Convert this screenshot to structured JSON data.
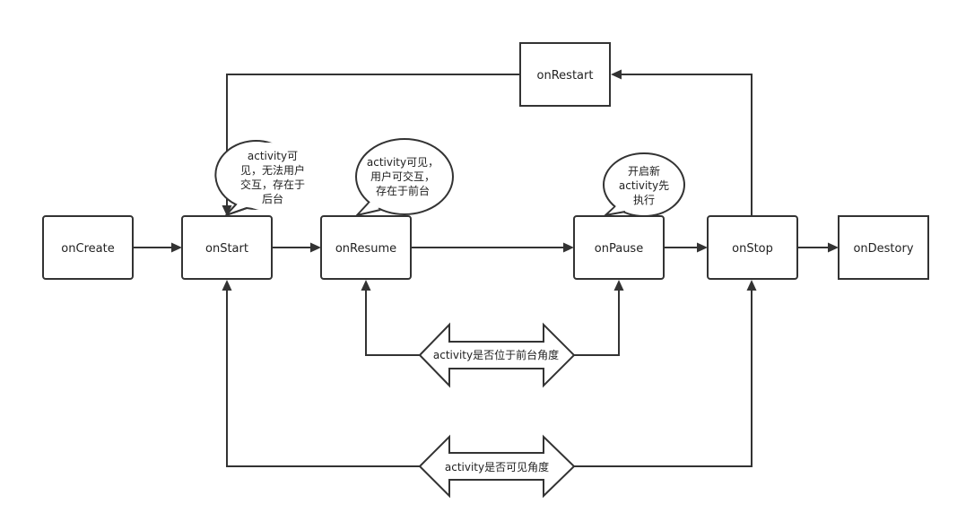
{
  "nodes": {
    "on_create": "onCreate",
    "on_start": "onStart",
    "on_resume": "onResume",
    "on_pause": "onPause",
    "on_stop": "onStop",
    "on_destroy": "onDestory",
    "on_restart": "onRestart"
  },
  "callouts": {
    "start_note": [
      "activity可",
      "见，无法用户",
      "交互，存在于",
      "后台"
    ],
    "resume_note": [
      "activity可见，",
      "用户可交互，",
      "存在于前台"
    ],
    "pause_note": [
      "开启新",
      "activity先",
      "执行"
    ]
  },
  "double_arrows": {
    "foreground": "activity是否位于前台角度",
    "visible": "activity是否可见角度"
  },
  "colors": {
    "stroke": "#333333",
    "fill": "#ffffff",
    "text": "#222222"
  }
}
